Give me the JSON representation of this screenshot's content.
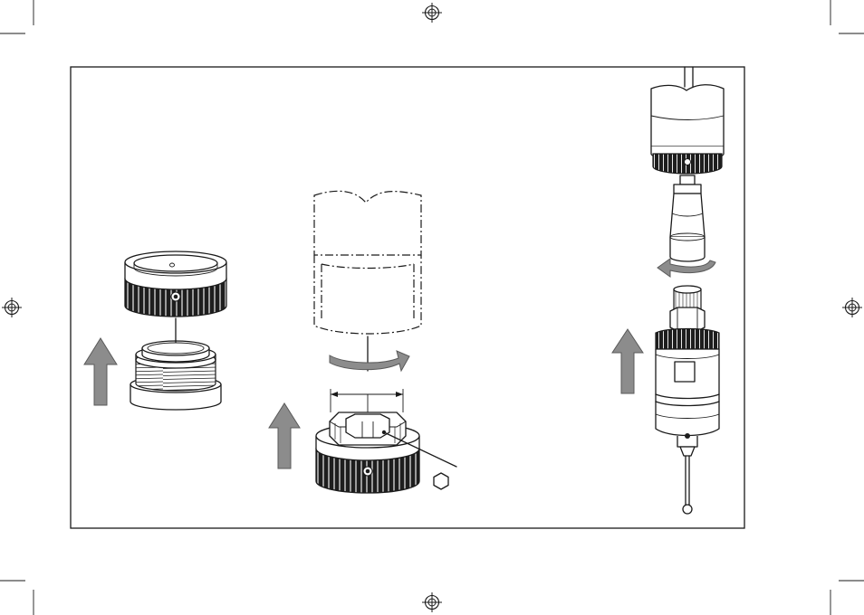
{
  "figure": {
    "panels": [
      "panel-ring-assembly",
      "panel-tool-insertion",
      "panel-probe-assembly"
    ],
    "has_text_labels": false,
    "hex_symbol": "hexagon-icon"
  },
  "colors": {
    "line": "#1a1a1a",
    "arrow_fill": "#8c8c8c",
    "arrow_stroke": "#5a5a5a",
    "knurl": "#1e1e1e"
  },
  "icons": {
    "registration_mark": "crosshair-registration-icon",
    "direction_arrow": "up-arrow-icon",
    "rotation_arrow": "curved-rotation-arrow-icon"
  }
}
